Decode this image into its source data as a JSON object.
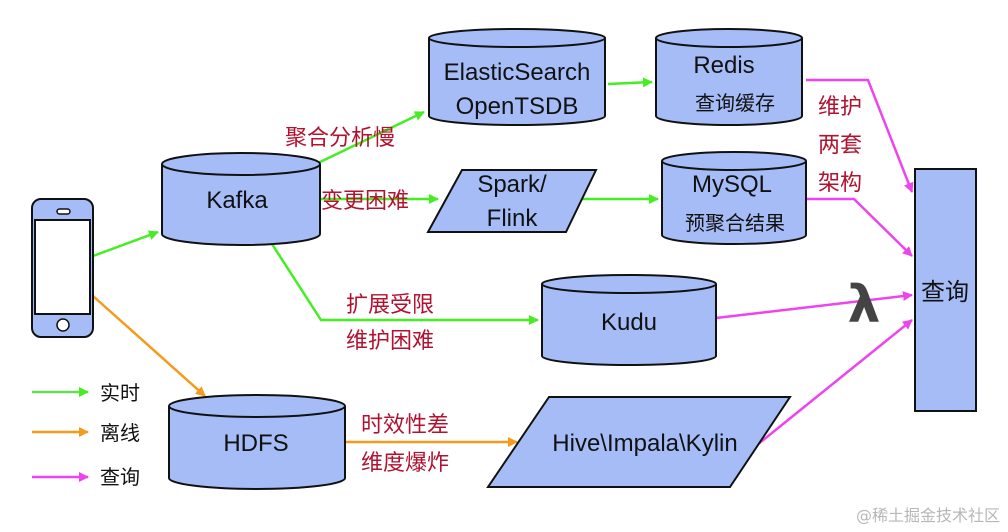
{
  "colors": {
    "realtime": "#44ee22",
    "offline": "#f59a1a",
    "query": "#ee44ee",
    "node_fill": "#a6bcf7",
    "annotation": "#b0122f",
    "lambda": "#444444"
  },
  "nodes": {
    "phone": {
      "label": ""
    },
    "kafka": {
      "label": "Kafka"
    },
    "elastic": {
      "line1": "ElasticSearch",
      "line2": "OpenTSDB"
    },
    "redis": {
      "line1": "Redis",
      "line2": "查询缓存"
    },
    "spark": {
      "line1": "Spark/",
      "line2": "Flink"
    },
    "mysql": {
      "line1": "MySQL",
      "line2": "预聚合结果"
    },
    "kudu": {
      "label": "Kudu"
    },
    "hdfs": {
      "label": "HDFS"
    },
    "hive": {
      "label": "Hive\\Impala\\Kylin"
    },
    "query": {
      "label": "查询"
    }
  },
  "annotations": {
    "agg_slow": "聚合分析慢",
    "change_hard": "变更困难",
    "expand_limited": "扩展受限",
    "maintain_hard": "维护困难",
    "timeliness_poor": "时效性差",
    "dimension_explode": "维度爆炸",
    "two_arch_1": "维护",
    "two_arch_2": "两套",
    "two_arch_3": "架构",
    "lambda": "λ"
  },
  "legend": [
    {
      "label": "实时",
      "color": "#44ee22"
    },
    {
      "label": "离线",
      "color": "#f59a1a"
    },
    {
      "label": "查询",
      "color": "#ee44ee"
    }
  ],
  "watermark": "@稀土掘金技术社区"
}
